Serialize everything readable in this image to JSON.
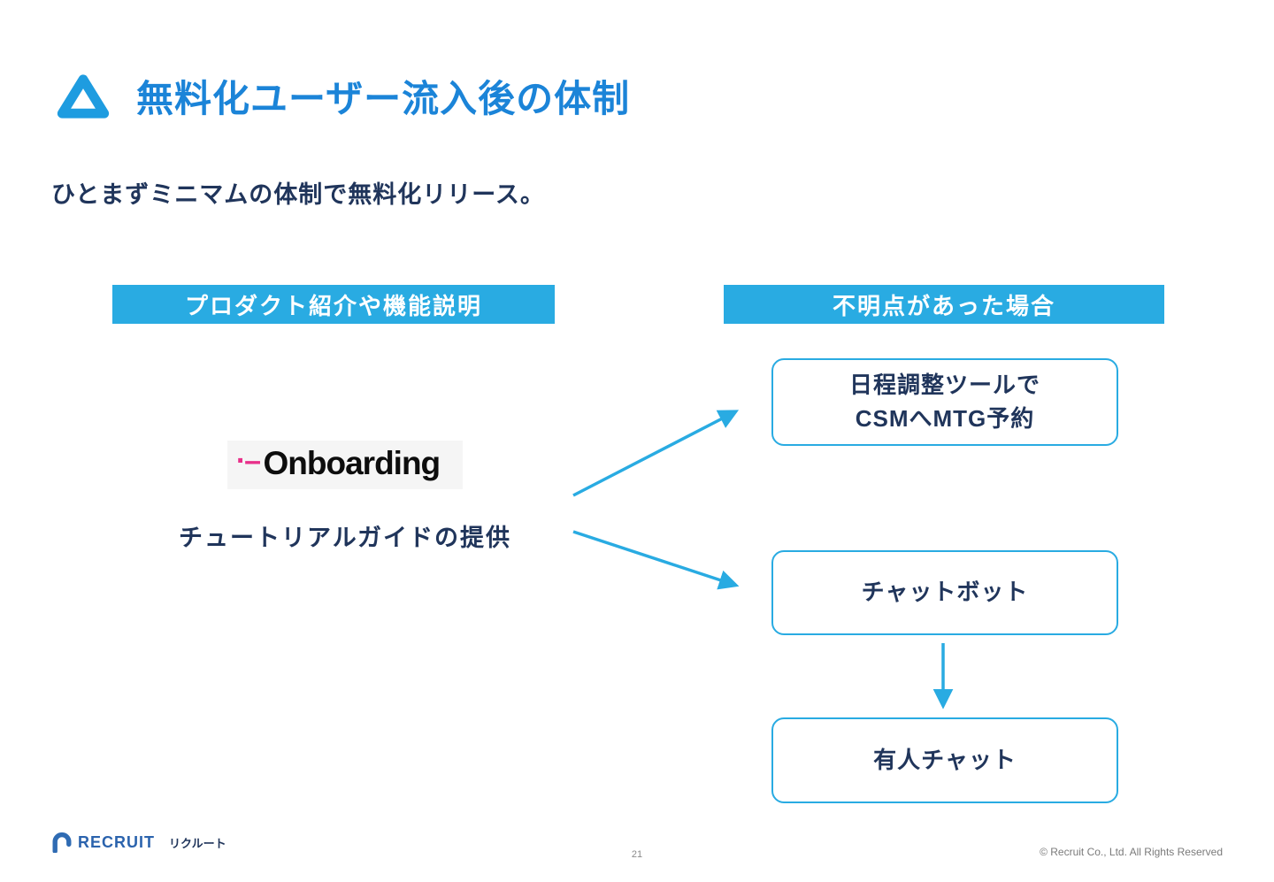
{
  "slide": {
    "title": "無料化ユーザー流入後の体制",
    "subtitle": "ひとまずミニマムの体制で無料化リリース。",
    "left_section": {
      "header": "プロダクト紹介や機能説明",
      "logo_prefix": "·–",
      "logo_text": "Onboarding",
      "caption": "チュートリアルガイドの提供"
    },
    "right_section": {
      "header": "不明点があった場合",
      "boxes": [
        {
          "lines": [
            "日程調整ツールで",
            "CSMへMTG予約"
          ]
        },
        {
          "lines": [
            "チャットボット"
          ]
        },
        {
          "lines": [
            "有人チャット"
          ]
        }
      ]
    },
    "footer": {
      "brand": "RECRUIT",
      "brand_suffix": "リクルート",
      "page_number": "21",
      "copyright": "© Recruit Co., Ltd. All Rights Reserved"
    },
    "colors": {
      "accent_blue": "#29abe2",
      "title_blue": "#1b84d8",
      "text_navy": "#20355b",
      "logo_pink": "#e8308a",
      "brand_blue": "#2b63ad"
    }
  }
}
